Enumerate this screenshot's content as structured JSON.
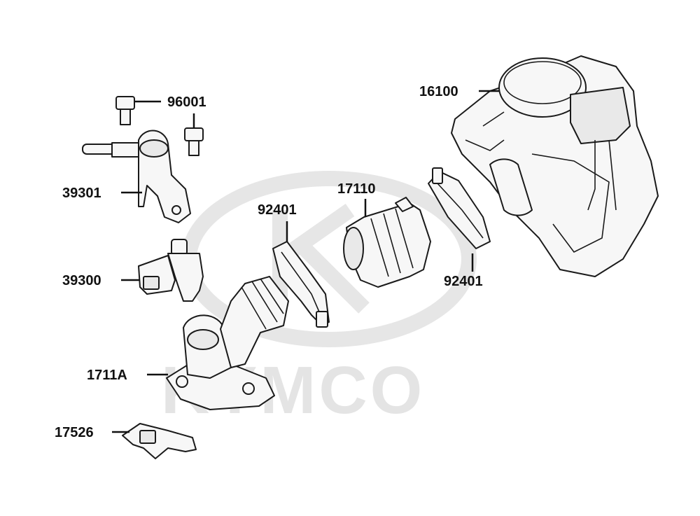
{
  "watermark": {
    "brand": "KYMCO"
  },
  "callouts": [
    {
      "id": "16100",
      "part": "throttle-body"
    },
    {
      "id": "96001",
      "part": "bolt"
    },
    {
      "id": "39301",
      "part": "injector-cap"
    },
    {
      "id": "39300",
      "part": "fuel-injector"
    },
    {
      "id": "92401",
      "part": "gasket-left"
    },
    {
      "id": "17110",
      "part": "intake-joint"
    },
    {
      "id": "92401",
      "part": "gasket-right"
    },
    {
      "id": "1711A",
      "part": "intake-manifold"
    },
    {
      "id": "17526",
      "part": "clamp"
    }
  ],
  "colors": {
    "line": "#1a1a1a",
    "fill": "#f7f7f7",
    "watermark": "#e6e6e6"
  }
}
